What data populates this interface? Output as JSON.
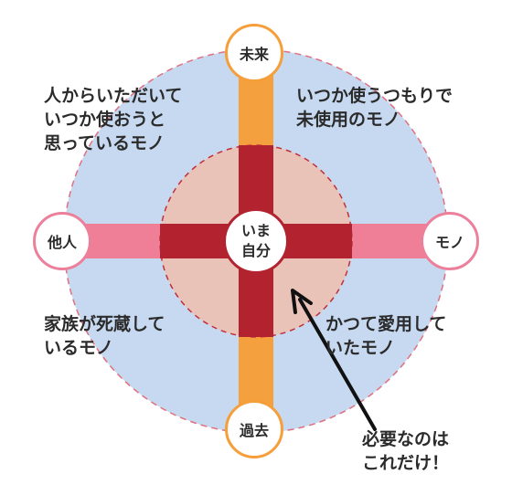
{
  "nodes": {
    "top": "未来",
    "bottom": "過去",
    "left": "他人",
    "right": "モノ",
    "center_line1": "いま",
    "center_line2": "自分"
  },
  "quadrants": {
    "top_left": [
      "人からいただいて",
      "いつか使おうと",
      "思っているモノ"
    ],
    "top_right": [
      "いつか使うつもりで",
      "未使用のモノ"
    ],
    "bottom_left": [
      "家族が死蔵して",
      "いるモノ"
    ],
    "bottom_right": [
      "かつて愛用して",
      "いたモノ"
    ]
  },
  "callout": [
    "必要なのは",
    "これだけ！"
  ],
  "colors": {
    "outer_fill": "#c6d9f0",
    "inner_fill": "#eac3b8",
    "dashed_border": "#e0707f",
    "vertical_axis": "#f5a03e",
    "horizontal_axis": "#ef7f97",
    "cross": "#b2232f",
    "arrow": "#111111"
  }
}
